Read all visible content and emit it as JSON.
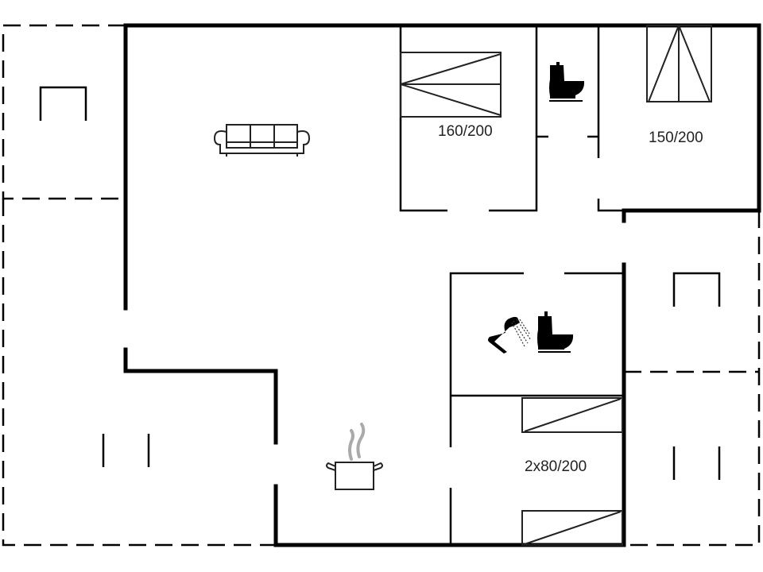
{
  "plan": {
    "type": "floor-plan",
    "rooms": [
      {
        "id": "living",
        "name": "Living room",
        "icon": "sofa-icon"
      },
      {
        "id": "bedroom-1",
        "name": "Bedroom 1",
        "bed_label": "160/200",
        "icon": "double-bed-icon"
      },
      {
        "id": "wc",
        "name": "Toilet",
        "icon": "toilet-icon"
      },
      {
        "id": "bedroom-2",
        "name": "Bedroom 2",
        "bed_label": "150/200",
        "icon": "double-bed-icon"
      },
      {
        "id": "bathroom",
        "name": "Bathroom",
        "icons": [
          "shower-icon",
          "toilet-icon"
        ]
      },
      {
        "id": "bedroom-3",
        "name": "Bedroom 3",
        "bed_label": "2x80/200",
        "icon": "single-beds-icon"
      },
      {
        "id": "kitchen",
        "name": "Kitchen",
        "icon": "cooking-pot-icon"
      }
    ],
    "terraces": [
      {
        "id": "terrace-nw",
        "position": "top-left",
        "icon": "chair-icon"
      },
      {
        "id": "terrace-w",
        "position": "bottom-left",
        "icon": "chair-icon"
      },
      {
        "id": "terrace-e-upper",
        "position": "right-middle",
        "icon": "chair-icon"
      },
      {
        "id": "terrace-e-lower",
        "position": "bottom-right",
        "icon": "chair-icon"
      }
    ]
  },
  "labels": {
    "bed1": "160/200",
    "bed2": "150/200",
    "bed3": "2x80/200"
  },
  "colors": {
    "wall": "#000000",
    "background": "#ffffff",
    "steam": "#aaaaaa"
  }
}
